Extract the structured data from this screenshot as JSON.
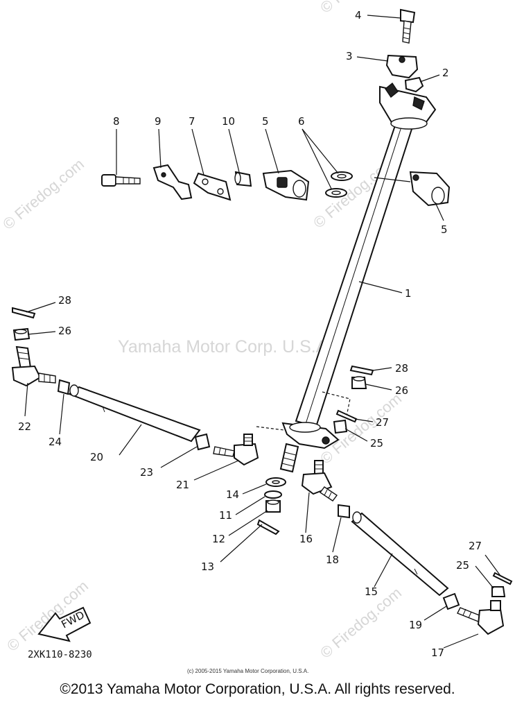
{
  "watermarks": {
    "center": "Yamaha Motor Corp. U.S.A.",
    "firedog": "© Firedog.com",
    "firedog_plain": "Firedog.com"
  },
  "diagram_code": "2XK110-8230",
  "fwd_label": "FWD",
  "small_copyright": "(c) 2005-2015 Yamaha Motor Corporation, U.S.A.",
  "footer_copyright": "©2013 Yamaha Motor Corporation, U.S.A. All rights reserved.",
  "callouts": {
    "c1": "1",
    "c2": "2",
    "c3": "3",
    "c4": "4",
    "c5a": "5",
    "c5b": "5",
    "c6": "6",
    "c7": "7",
    "c8": "8",
    "c9": "9",
    "c10": "10",
    "c11": "11",
    "c12": "12",
    "c13": "13",
    "c14": "14",
    "c15": "15",
    "c16": "16",
    "c17": "17",
    "c18": "18",
    "c19": "19",
    "c20": "20",
    "c21": "21",
    "c22": "22",
    "c23": "23",
    "c24": "24",
    "c25a": "25",
    "c25b": "25",
    "c26a": "26",
    "c26b": "26",
    "c27a": "27",
    "c27b": "27",
    "c28a": "28",
    "c28b": "28"
  }
}
